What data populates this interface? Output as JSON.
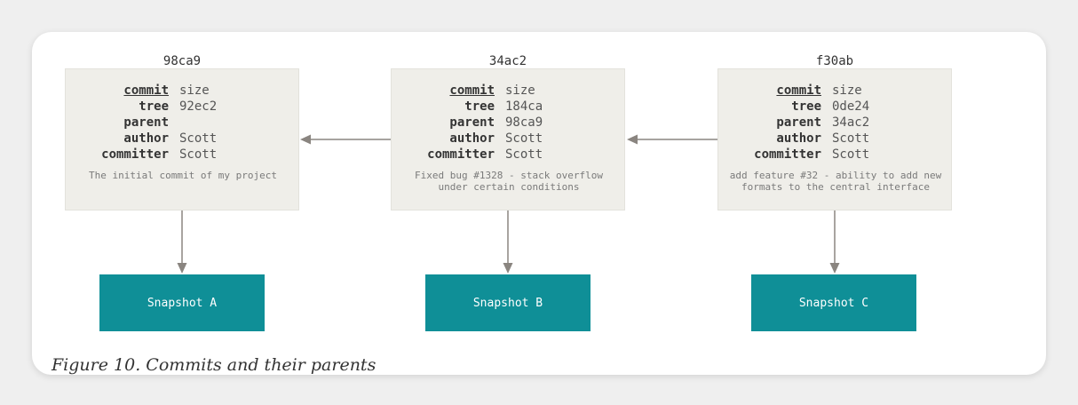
{
  "commits": [
    {
      "id": "98ca9",
      "rows": [
        {
          "key": "commit",
          "value": "size"
        },
        {
          "key": "tree",
          "value": "92ec2"
        },
        {
          "key": "parent",
          "value": ""
        },
        {
          "key": "author",
          "value": "Scott"
        },
        {
          "key": "committer",
          "value": "Scott"
        }
      ],
      "message_lines": [
        "The initial commit of my project"
      ],
      "snapshot": "Snapshot A"
    },
    {
      "id": "34ac2",
      "rows": [
        {
          "key": "commit",
          "value": "size"
        },
        {
          "key": "tree",
          "value": "184ca"
        },
        {
          "key": "parent",
          "value": "98ca9"
        },
        {
          "key": "author",
          "value": "Scott"
        },
        {
          "key": "committer",
          "value": "Scott"
        }
      ],
      "message_lines": [
        "Fixed bug #1328 - stack overflow",
        "under certain conditions"
      ],
      "snapshot": "Snapshot B"
    },
    {
      "id": "f30ab",
      "rows": [
        {
          "key": "commit",
          "value": "size"
        },
        {
          "key": "tree",
          "value": "0de24"
        },
        {
          "key": "parent",
          "value": "34ac2"
        },
        {
          "key": "author",
          "value": "Scott"
        },
        {
          "key": "committer",
          "value": "Scott"
        }
      ],
      "message_lines": [
        "add feature #32 - ability to add new",
        "formats to the central interface"
      ],
      "snapshot": "Snapshot C"
    }
  ],
  "caption": "Figure 10. Commits and their parents",
  "colors": {
    "commit_box": "#efeee9",
    "snapshot_box": "#0f8f97",
    "arrow": "#8a8580"
  }
}
